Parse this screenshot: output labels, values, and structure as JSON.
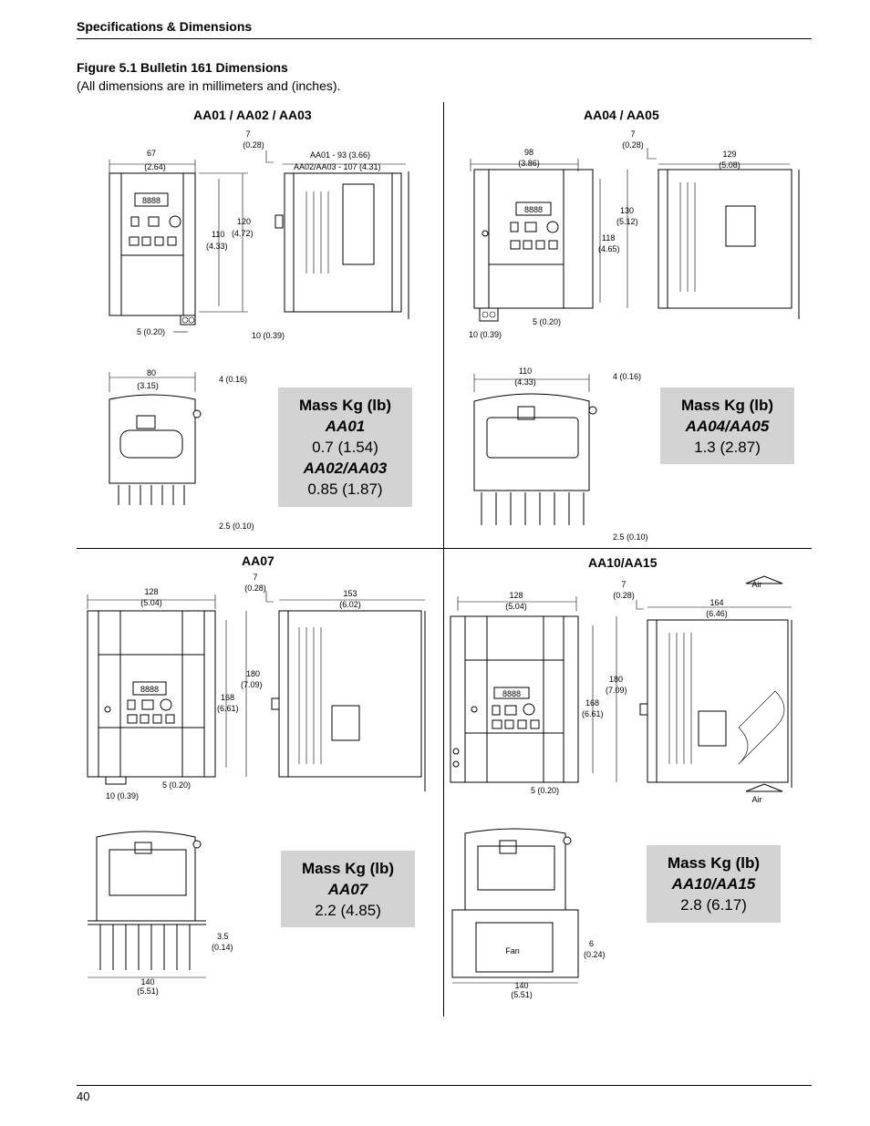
{
  "header": {
    "section": "Specifications & Dimensions"
  },
  "figure": {
    "title": "Figure 5.1  Bulletin 161 Dimensions",
    "subtitle": "(All dimensions are in millimeters and (inches)."
  },
  "panels": {
    "p1": {
      "title": "AA01 / AA02 / AA03",
      "dims": {
        "w": "67",
        "w_in": "(2.64)",
        "gap": "7",
        "gap_in": "(0.28)",
        "depth1": "AA01 - 93 (3.66)",
        "depth2": "AA02/AA03 - 107 (4.31)",
        "h1": "120",
        "h1_in": "(4.72)",
        "h2": "110",
        "h2_in": "(4.33)",
        "foot": "5 (0.20)",
        "foot2": "10 (0.39)",
        "bw": "80",
        "bw_in": "(3.15)",
        "bgap": "4 (0.16)",
        "bbot": "2.5 (0.10)",
        "display": "8888"
      },
      "mass": {
        "heading": "Mass Kg (lb)",
        "model1": "AA01",
        "value1": "0.7 (1.54)",
        "model2": "AA02/AA03",
        "value2": "0.85 (1.87)"
      }
    },
    "p2": {
      "title": "AA04 / AA05",
      "dims": {
        "w": "98",
        "w_in": "(3.86)",
        "gap": "7",
        "gap_in": "(0.28)",
        "d": "129",
        "d_in": "(5.08)",
        "h1": "130",
        "h1_in": "(5.12)",
        "h2": "118",
        "h2_in": "(4.65)",
        "foot": "5 (0.20)",
        "foot2": "10 (0.39)",
        "bw": "110",
        "bw_in": "(4.33)",
        "bgap": "4 (0.16)",
        "bbot": "2.5 (0.10)",
        "display": "8888"
      },
      "mass": {
        "heading": "Mass Kg (lb)",
        "model1": "AA04/AA05",
        "value1": "1.3 (2.87)"
      }
    },
    "p3": {
      "title": "AA07",
      "dims": {
        "w": "128",
        "w_in": "(5.04)",
        "gap": "7",
        "gap_in": "(0.28)",
        "d": "153",
        "d_in": "(6.02)",
        "h1": "180",
        "h1_in": "(7.09)",
        "h2": "168",
        "h2_in": "(6.61)",
        "foot": "5 (0.20)",
        "foot2": "10 (0.39)",
        "bw": "140",
        "bw_in": "(5.51)",
        "bbot": "3.5",
        "bbot_in": "(0.14)",
        "display": "8888"
      },
      "mass": {
        "heading": "Mass Kg (lb)",
        "model1": "AA07",
        "value1": "2.2 (4.85)"
      }
    },
    "p4": {
      "title": "AA10/AA15",
      "dims": {
        "w": "128",
        "w_in": "(5.04)",
        "gap": "7",
        "gap_in": "(0.28)",
        "d": "164",
        "d_in": "(6.46)",
        "h1": "180",
        "h1_in": "(7.09)",
        "h2": "168",
        "h2_in": "(6.61)",
        "foot": "5 (0.20)",
        "air": "Air",
        "fan": "Fan",
        "bw": "140",
        "bw_in": "(5.51)",
        "bbot": "6",
        "bbot_in": "(0.24)",
        "display": "8888"
      },
      "mass": {
        "heading": "Mass Kg (lb)",
        "model1": "AA10/AA15",
        "value1": "2.8 (6.17)"
      }
    }
  },
  "footer": {
    "page": "40"
  }
}
